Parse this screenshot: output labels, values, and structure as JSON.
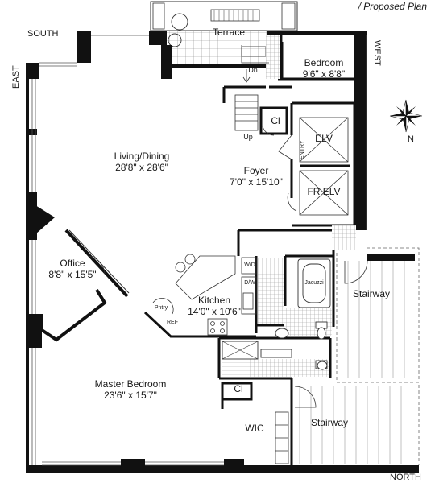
{
  "title": "/ Proposed Plan",
  "compass": {
    "south": "SOUTH",
    "west": "WEST",
    "east": "EAST",
    "north": "NORTH",
    "n": "N"
  },
  "rooms": {
    "terrace": {
      "name": "Terrace"
    },
    "bedroom": {
      "name": "Bedroom",
      "size": "9'6\" x 8'8\""
    },
    "living": {
      "name": "Living/Dining",
      "size": "28'8\" x 28'6\""
    },
    "foyer": {
      "name": "Foyer",
      "size": "7'0\" x 15'10\""
    },
    "office": {
      "name": "Office",
      "size": "8'8\" x 15'5\""
    },
    "kitchen": {
      "name": "Kitchen",
      "size": "14'0\" x 10'6\""
    },
    "master": {
      "name": "Master Bedroom",
      "size": "23'6\" x 15'7\""
    },
    "stairway_upper": {
      "name": "Stairway"
    },
    "stairway_lower": {
      "name": "Stairway"
    }
  },
  "small_labels": {
    "elv": "ELV",
    "fr_elv": "FR ELV",
    "cl_top": "Cl",
    "cl_bottom": "Cl",
    "entry": "ENTRY",
    "wic": "WIC",
    "up": "Up",
    "dn": "Dn",
    "wd": "W/D",
    "dw": "D/W",
    "pntry": "Pntry",
    "ref": "REF",
    "jacuzzi": "Jacuzzi"
  }
}
